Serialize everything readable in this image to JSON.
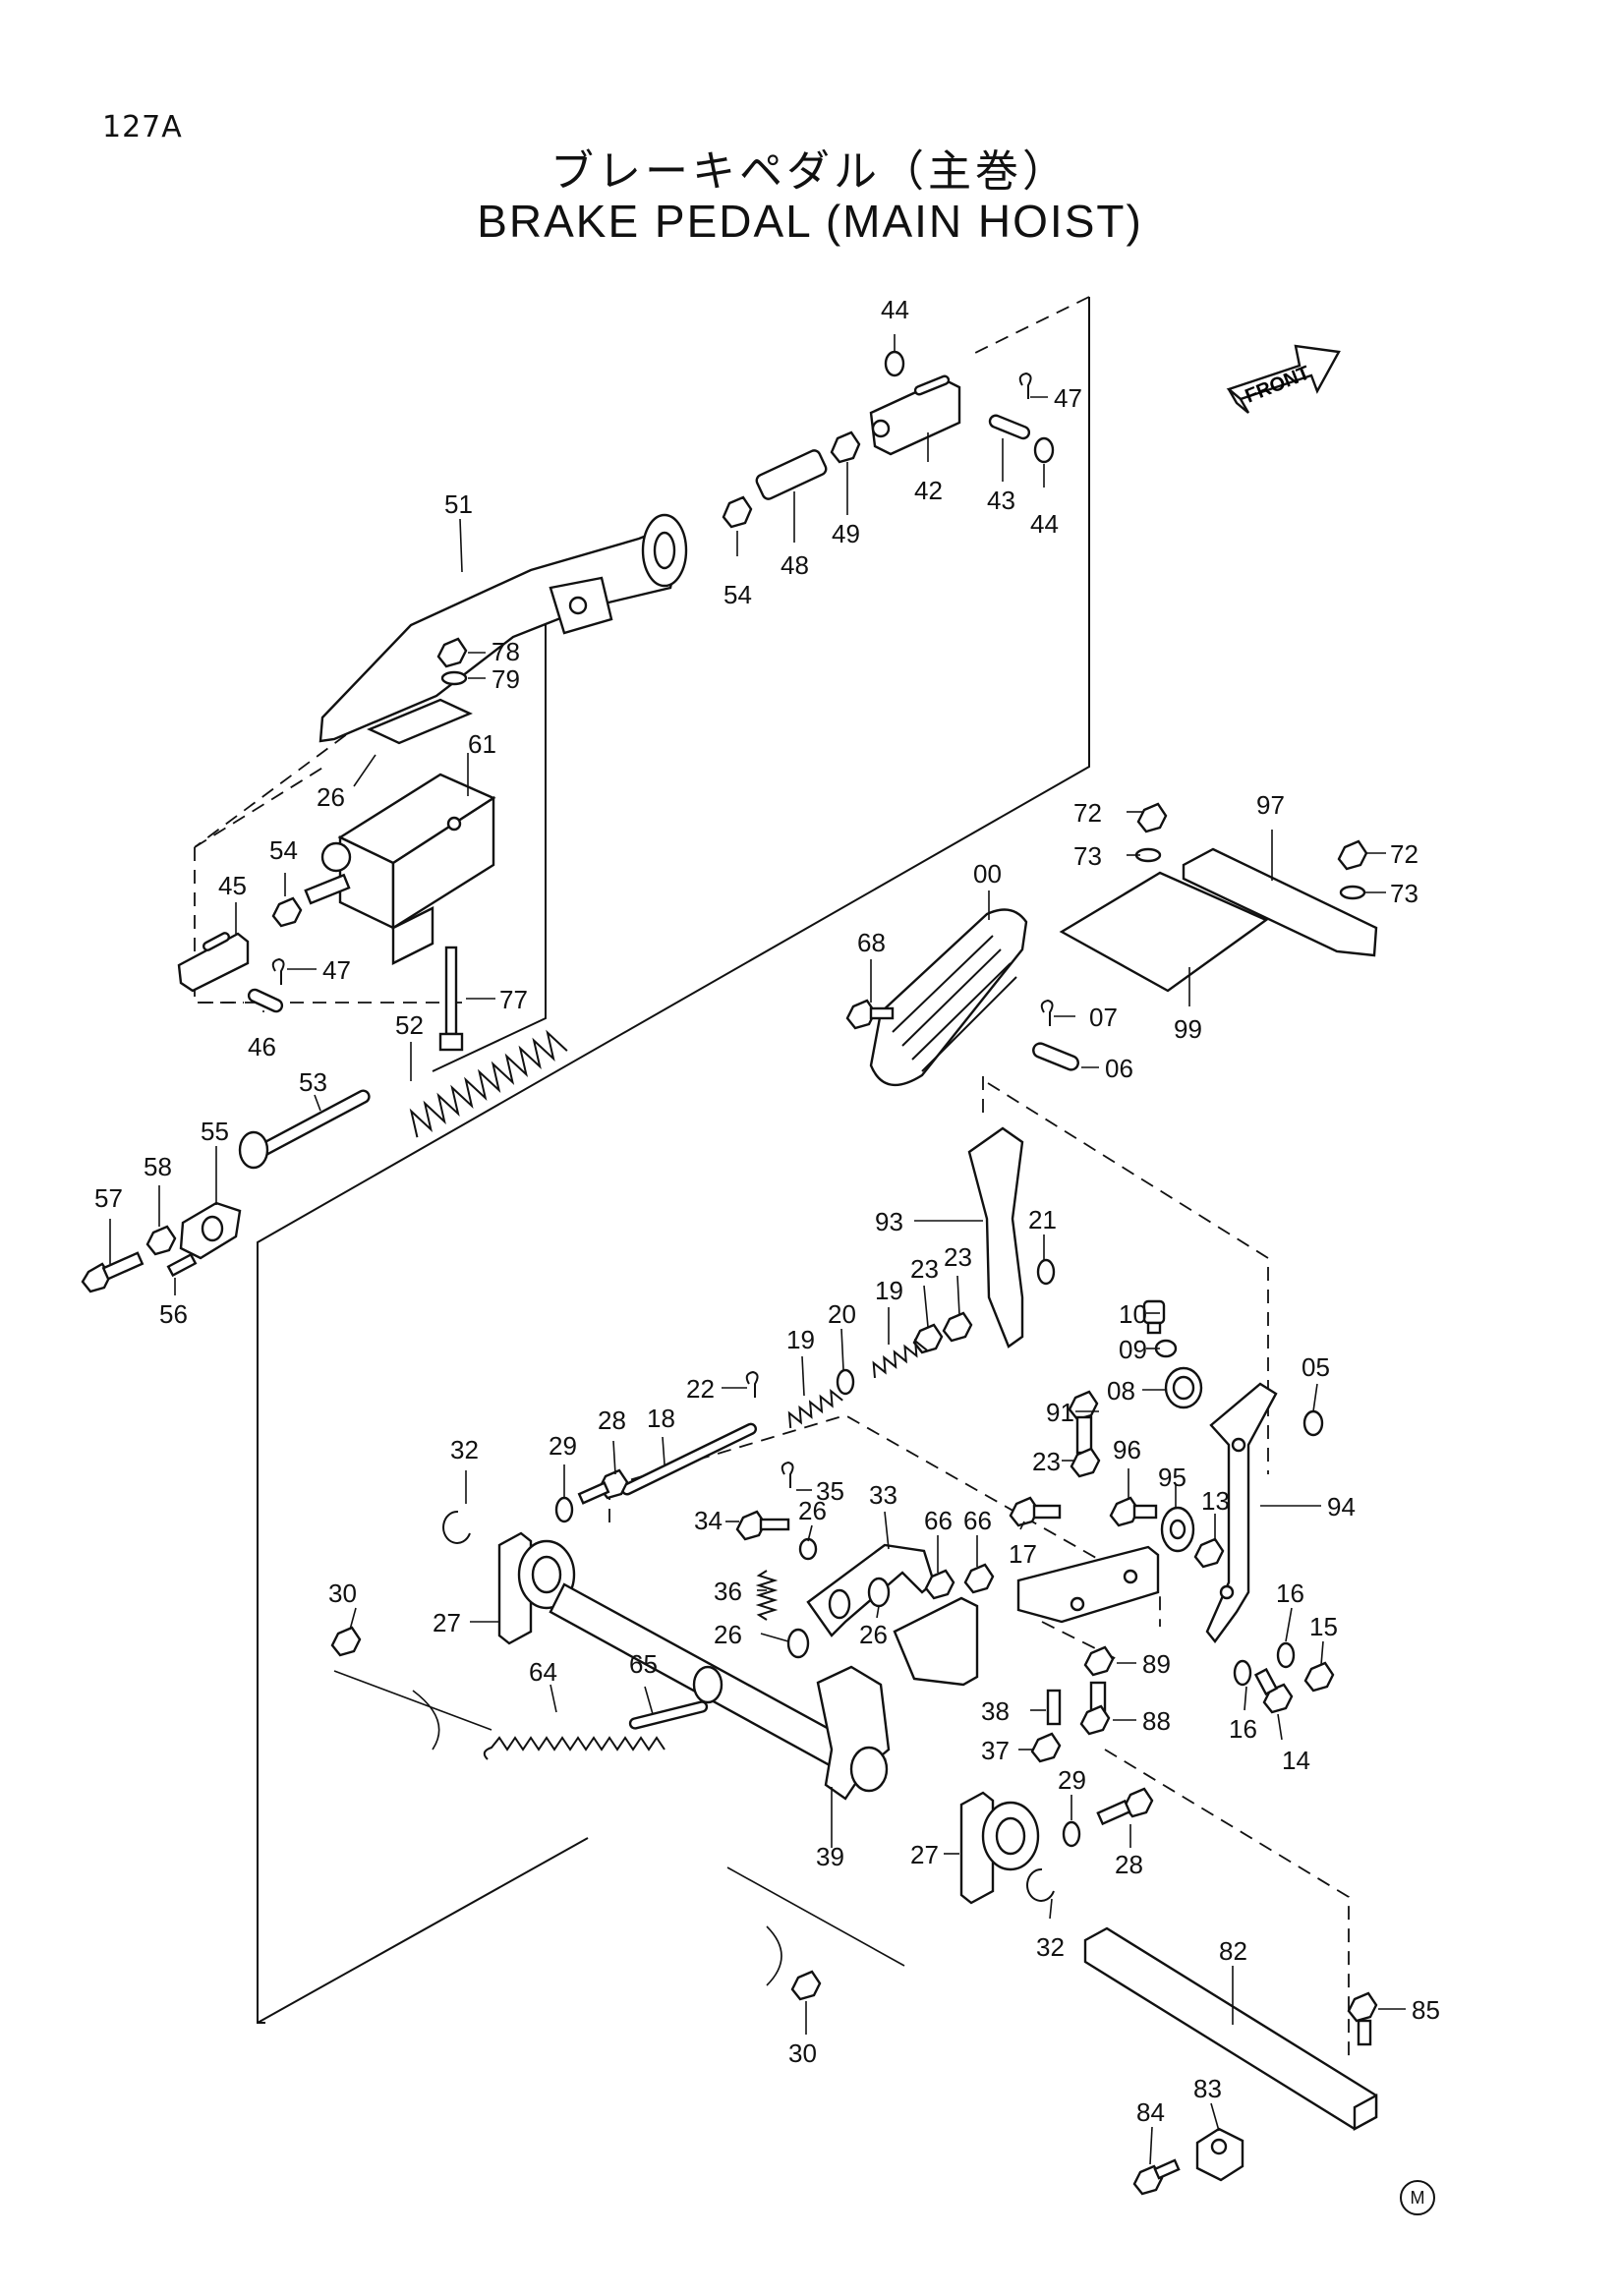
{
  "page_id": "127A",
  "title_jp": "ブレーキペダル（主巻）",
  "title_en": "BRAKE PEDAL (MAIN HOIST)",
  "front_label": "FRONT",
  "footer_mark": "M",
  "callouts": {
    "p44a": "44",
    "p47a": "47",
    "p42": "42",
    "p43": "43",
    "p44b": "44",
    "p51": "51",
    "p54a": "54",
    "p48": "48",
    "p49": "49",
    "p78": "78",
    "p79": "79",
    "p26a": "26",
    "p61": "61",
    "p54b": "54",
    "p45": "45",
    "p47b": "47",
    "p46": "46",
    "p77": "77",
    "p52": "52",
    "p53": "53",
    "p55": "55",
    "p57": "57",
    "p58": "58",
    "p56": "56",
    "p72a": "72",
    "p97": "97",
    "p72b": "72",
    "p73a": "73",
    "p73b": "73",
    "p00": "00",
    "p68": "68",
    "p07": "07",
    "p06": "06",
    "p99": "99",
    "p93": "93",
    "p21": "21",
    "p23a": "23",
    "p23b": "23",
    "p19a": "19",
    "p20": "20",
    "p19b": "19",
    "p22": "22",
    "p10": "10",
    "p09": "09",
    "p08": "08",
    "p05": "05",
    "p28a": "28",
    "p18": "18",
    "p32a": "32",
    "p29a": "29",
    "p35": "35",
    "p33": "33",
    "p34": "34",
    "p26b": "26",
    "p66a": "66",
    "p66b": "66",
    "p91": "91",
    "p23c": "23",
    "p96": "96",
    "p95": "95",
    "p13": "13",
    "p94": "94",
    "p17": "17",
    "p30a": "30",
    "p27a": "27",
    "p36": "36",
    "p26c": "26",
    "p26d": "26",
    "p16a": "16",
    "p15": "15",
    "p89": "89",
    "p16b": "16",
    "p14": "14",
    "p64": "64",
    "p65": "65",
    "p38": "38",
    "p88": "88",
    "p37": "37",
    "p29b": "29",
    "p39": "39",
    "p27b": "27",
    "p28b": "28",
    "p32b": "32",
    "p82": "82",
    "p85": "85",
    "p30b": "30",
    "p83": "83",
    "p84": "84"
  }
}
